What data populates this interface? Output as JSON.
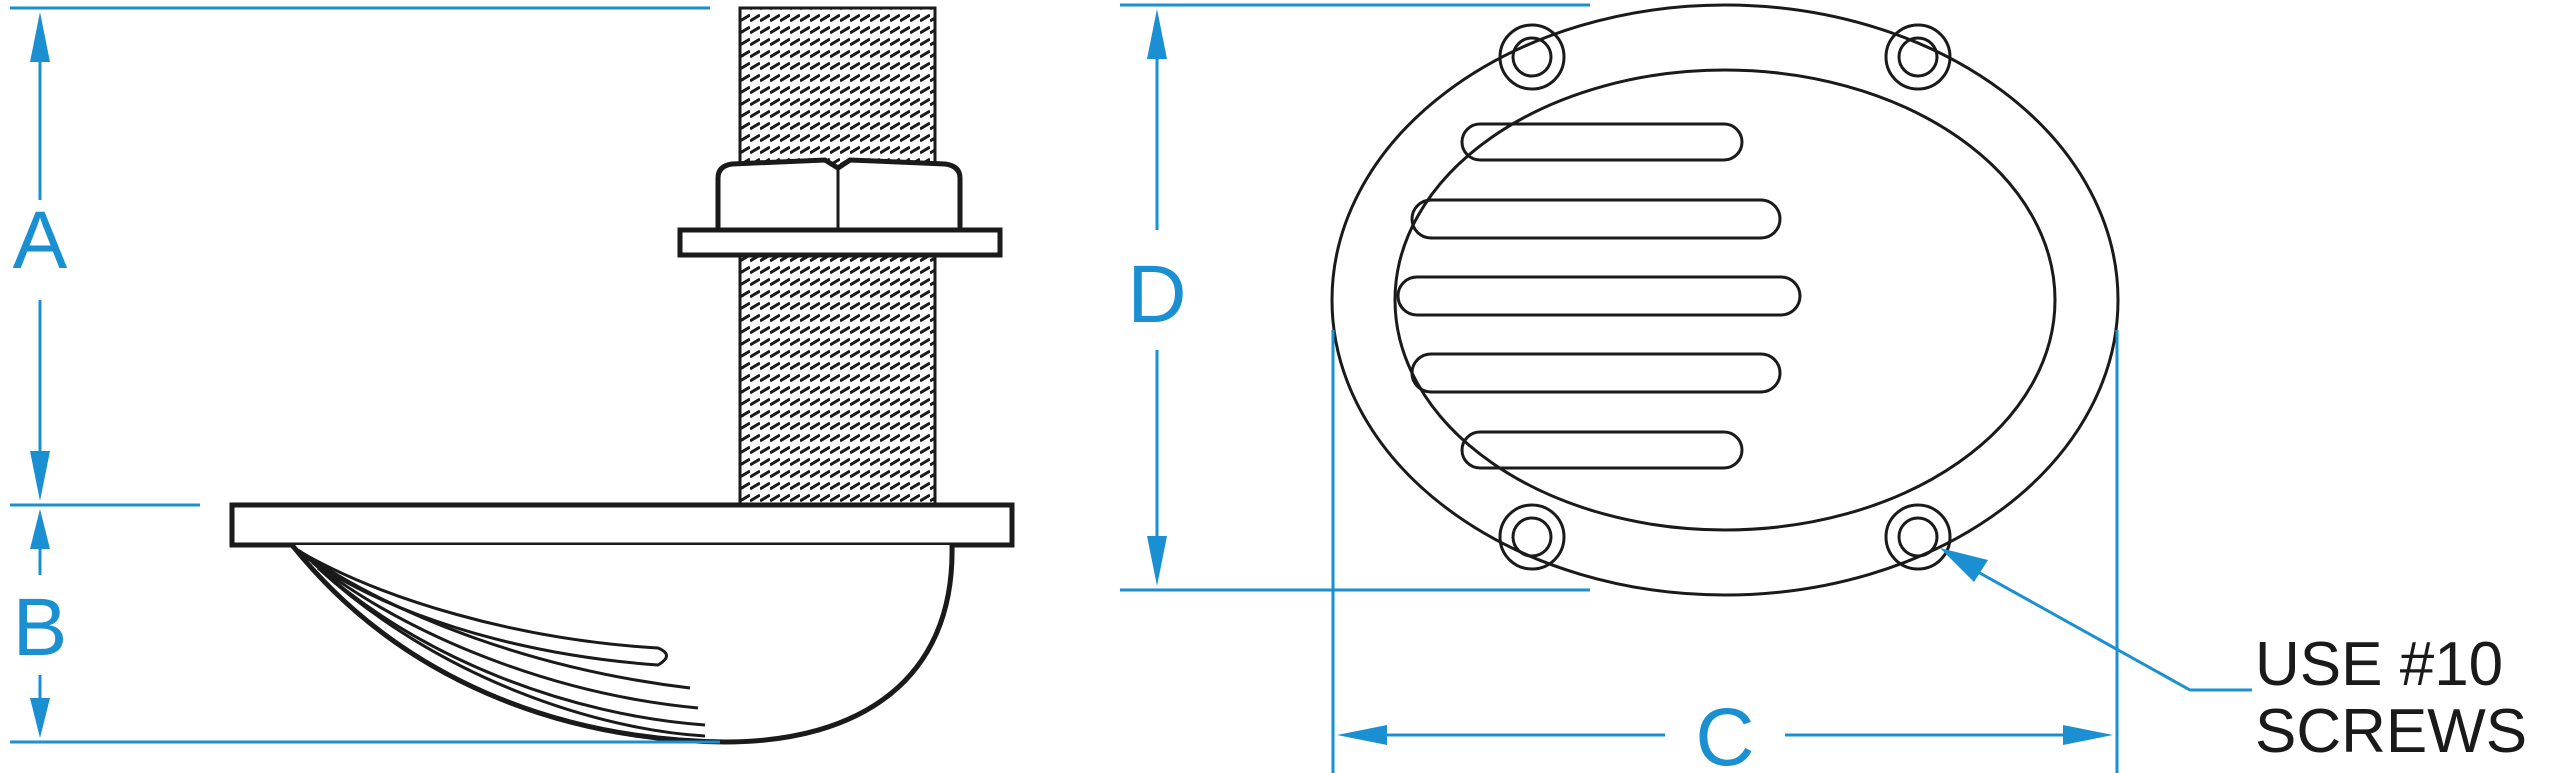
{
  "labels": {
    "a": "A",
    "b": "B",
    "c": "C",
    "d": "D",
    "note_line1": "USE #10",
    "note_line2": "SCREWS"
  },
  "colors": {
    "dimension": "#1a8fd1",
    "outline": "#1a1a1a"
  }
}
